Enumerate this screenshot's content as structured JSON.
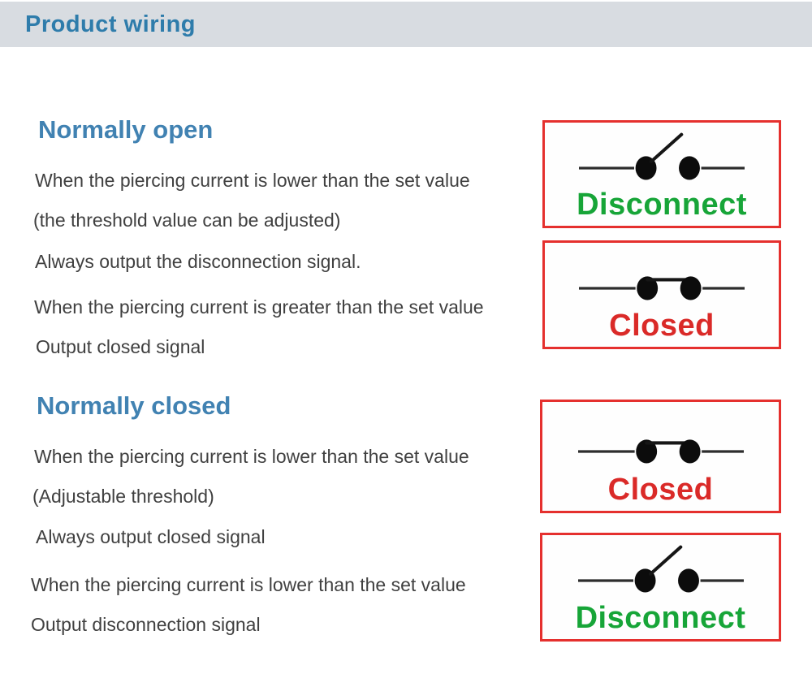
{
  "header": {
    "title": "Product wiring"
  },
  "colors": {
    "header_bg": "#d8dce1",
    "header_text": "#2e7cab",
    "section_heading_blue": "#4182b2",
    "body_text": "#404040",
    "box_border_red": "#e5302e",
    "disconnect_green": "#17a538",
    "closed_red": "#da2a28",
    "switch_black": "#0c0c0c"
  },
  "sections": [
    {
      "heading": "Normally open",
      "lines": [
        "When the piercing current is lower than the set value",
        "(the threshold value can be adjusted)",
        "Always output the disconnection signal.",
        "When the piercing current is greater than the set value",
        "Output closed signal"
      ],
      "boxes": [
        {
          "state": "open",
          "icon": "switch-open-icon",
          "label": "Disconnect",
          "label_color": "#17a538"
        },
        {
          "state": "closed",
          "icon": "switch-closed-icon",
          "label": "Closed",
          "label_color": "#da2a28"
        }
      ]
    },
    {
      "heading": "Normally closed",
      "lines": [
        "When the piercing current is lower than the set value",
        "(Adjustable threshold)",
        "Always output closed signal",
        "When the piercing current is lower than the set value",
        "Output disconnection signal"
      ],
      "boxes": [
        {
          "state": "closed",
          "icon": "switch-closed-icon",
          "label": "Closed",
          "label_color": "#da2a28"
        },
        {
          "state": "open",
          "icon": "switch-open-icon",
          "label": "Disconnect",
          "label_color": "#17a538"
        }
      ]
    }
  ]
}
